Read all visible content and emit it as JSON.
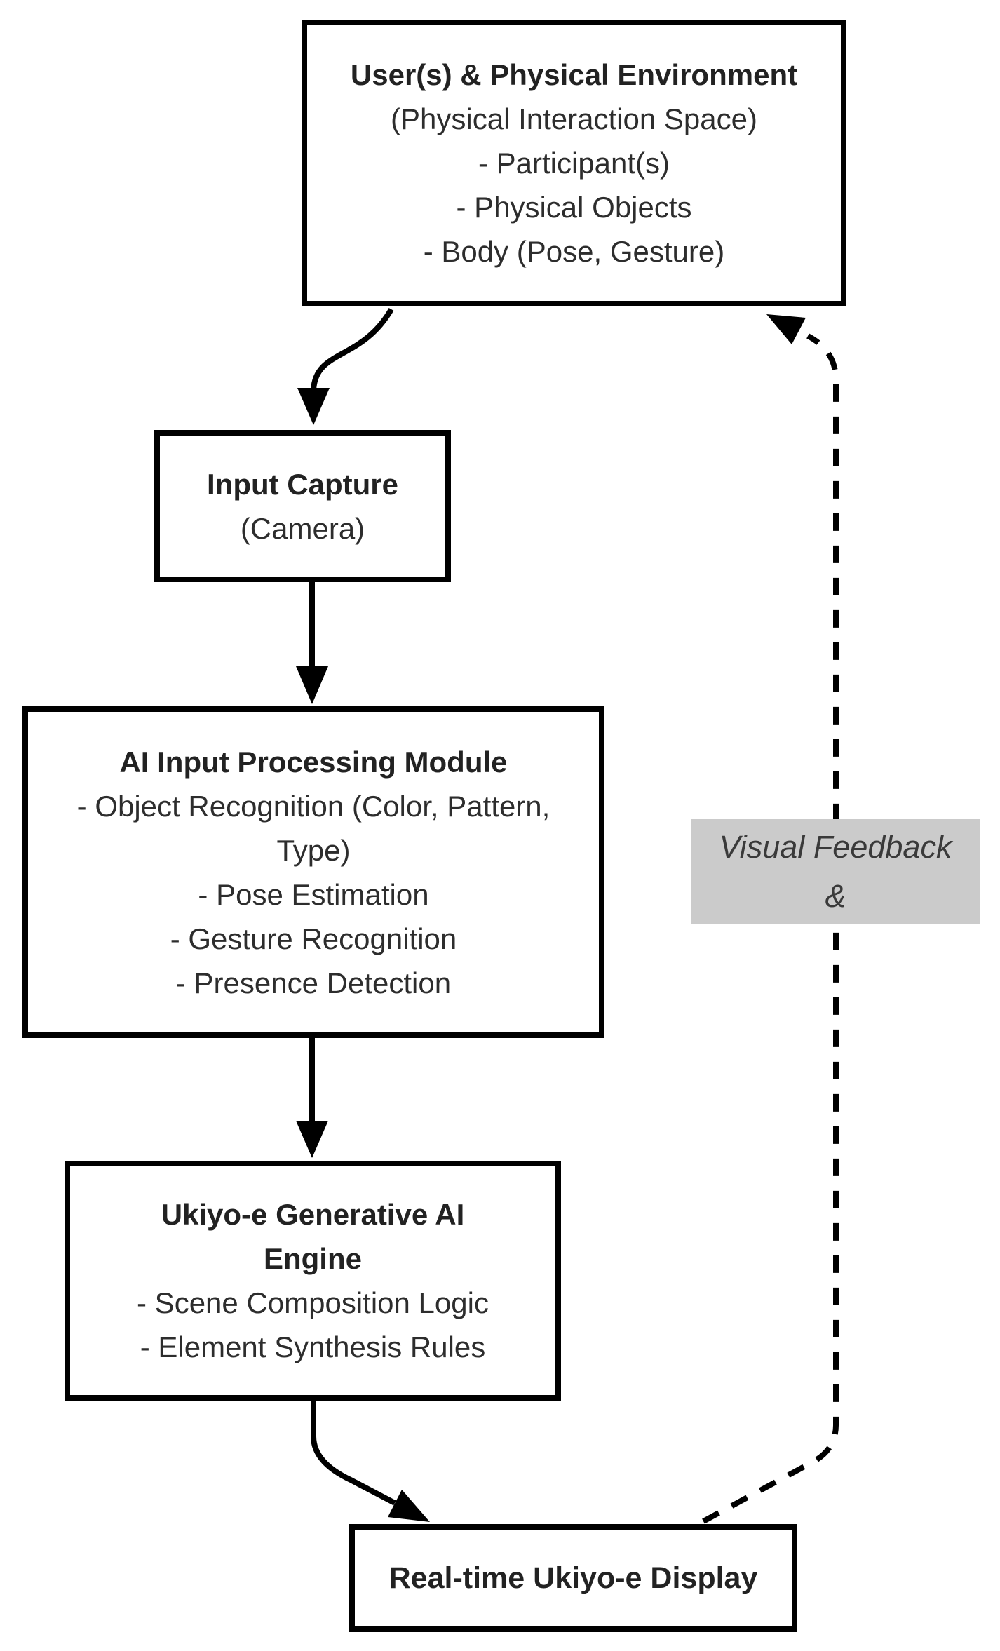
{
  "diagram": {
    "colors": {
      "background": "#ffffff",
      "line": "#000000",
      "box_border": "#000000",
      "box_fill": "#ffffff",
      "text": "#2d2d2d",
      "feedback_label_bg": "#cbcbcb"
    },
    "nodes": {
      "environment": {
        "title": "User(s) & Physical Environment",
        "lines": [
          "(Physical Interaction Space)",
          "- Participant(s)",
          "- Physical Objects",
          "- Body (Pose, Gesture)"
        ]
      },
      "input_capture": {
        "title": "Input Capture",
        "lines": [
          "(Camera)"
        ]
      },
      "ai_processing": {
        "title": "AI Input Processing Module",
        "lines": [
          "- Object Recognition (Color, Pattern,",
          "Type)",
          "- Pose Estimation",
          "- Gesture Recognition",
          "- Presence Detection"
        ]
      },
      "generative_engine": {
        "title_lines": [
          "Ukiyo-e Generative AI",
          "Engine"
        ],
        "lines": [
          "- Scene Composition Logic",
          "- Element Synthesis Rules"
        ]
      },
      "display": {
        "title": "Real-time Ukiyo-e Display"
      }
    },
    "feedback_label": {
      "lines": [
        "Visual Feedback",
        "&"
      ]
    }
  }
}
